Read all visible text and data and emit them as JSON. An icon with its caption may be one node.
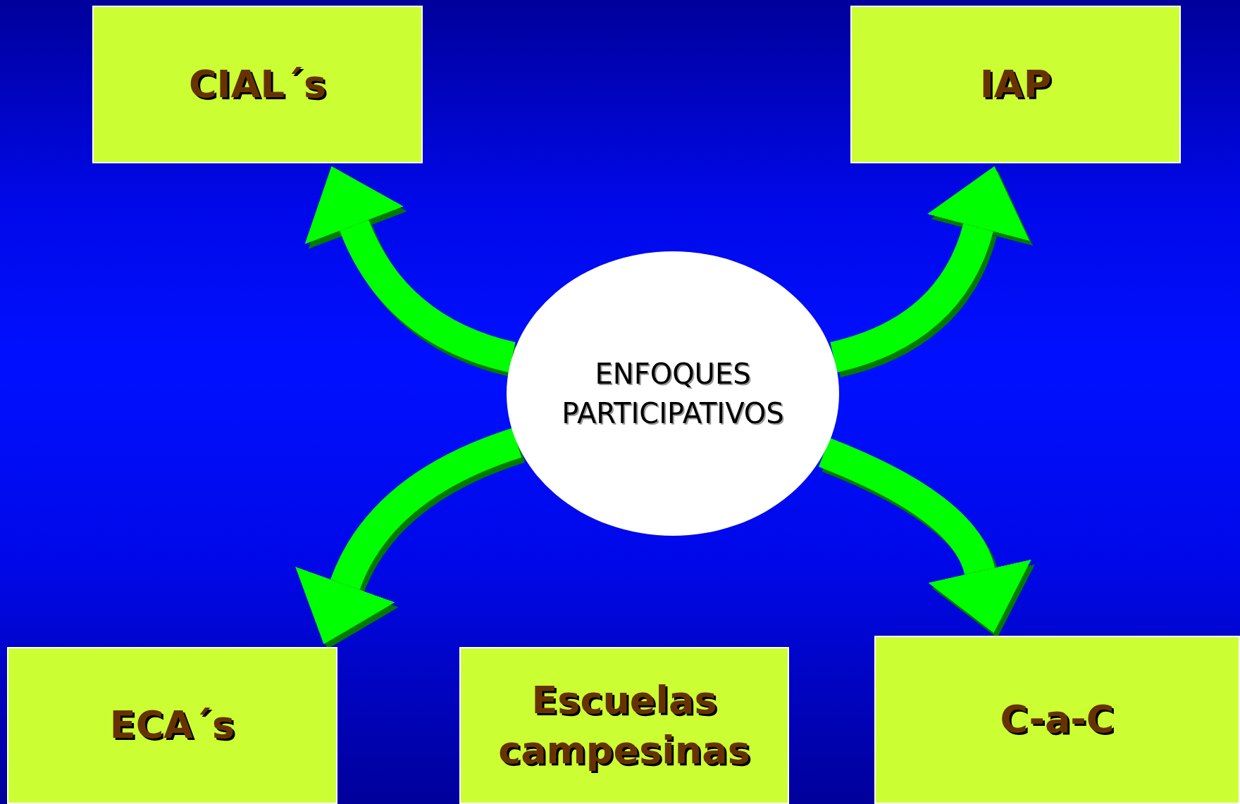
{
  "diagram": {
    "nodes": [
      {
        "text": [
          "ENFOQUES PARTICIPATIVOS"
        ]
      },
      {
        "text": [
          "CIAL´s"
        ]
      },
      {
        "text": [
          "IAP"
        ]
      },
      {
        "text": [
          "ECA´s"
        ]
      },
      {
        "text": [
          "Escuelas campesinas"
        ]
      },
      {
        "text": [
          "C-a-C"
        ]
      }
    ],
    "edges": [
      {
        "from": 0,
        "to": 1,
        "arrow": "to"
      },
      {
        "from": 0,
        "to": 2,
        "arrow": "to"
      },
      {
        "from": 0,
        "to": 3,
        "arrow": "to"
      },
      {
        "from": 0,
        "to": 5,
        "arrow": "to"
      }
    ]
  }
}
